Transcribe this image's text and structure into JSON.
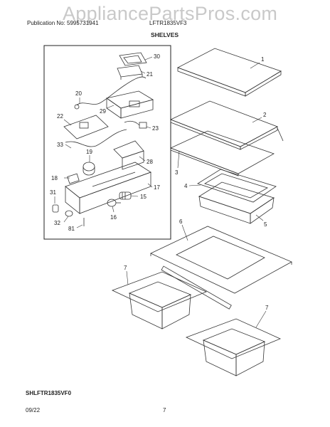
{
  "watermark": "AppliancePartsPros.com",
  "header": {
    "publication": "Publication No: 5995731941",
    "model": "LFTR1835VF3",
    "section_title": "SHELVES"
  },
  "callouts": [
    "30",
    "21",
    "20",
    "29",
    "22",
    "23",
    "33",
    "19",
    "28",
    "18",
    "17",
    "31",
    "15",
    "16",
    "32",
    "81",
    "1",
    "2",
    "3",
    "4",
    "5",
    "6",
    "7",
    "7"
  ],
  "footer": {
    "diagram_code": "SHLFTR1835VF0",
    "date": "09/22",
    "page_number": "7"
  }
}
